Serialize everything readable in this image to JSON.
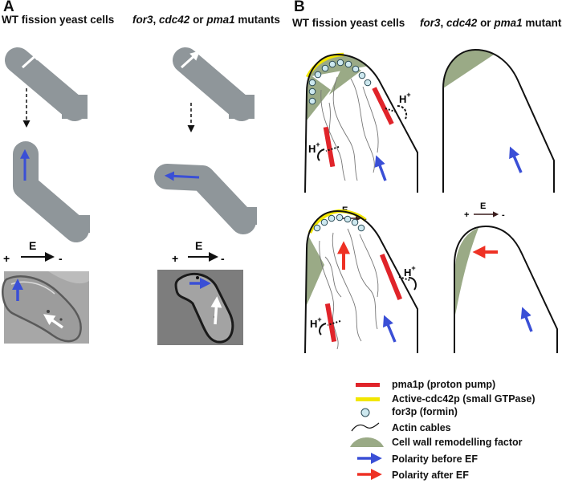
{
  "panel_a": {
    "letter": "A",
    "wt_title": "WT fission yeast cells",
    "mutant_title_parts": [
      "for3",
      ", ",
      "cdc42",
      " or ",
      "pma1",
      " mutants"
    ],
    "field_symbol": "E",
    "plus": "+",
    "minus": "-"
  },
  "panel_b": {
    "letter": "B",
    "wt_title": "WT fission yeast cells",
    "mutant_title_parts": [
      "for3",
      ", ",
      "cdc42",
      " or ",
      "pma1",
      " mutants"
    ],
    "proton": "H",
    "proton_charge": "+",
    "field_symbol": "E",
    "plus": "+",
    "minus": "-"
  },
  "legend": [
    {
      "label": "pma1p (proton pump)",
      "icon": "red-bar"
    },
    {
      "label": "Active-cdc42p (small GTPase)",
      "icon": "yellow-bar"
    },
    {
      "label": "for3p (formin)",
      "icon": "circle"
    },
    {
      "label": "Actin cables",
      "icon": "wavy-line"
    },
    {
      "label": "Cell wall remodelling factor",
      "icon": "green-cap"
    },
    {
      "label": "Polarity before EF",
      "icon": "blue-arrow"
    },
    {
      "label": "Polarity after EF",
      "icon": "red-arrow"
    }
  ],
  "colors": {
    "cell_gray": "#8f969a",
    "polarity_blue": "#3a4fd6",
    "polarity_red": "#ee3124",
    "pump_red": "#e0242a",
    "cdc42_yellow": "#f2e600",
    "formin_fill": "#cde8ef",
    "remodel_green": "#9aaa86",
    "field_arrow": "#3a1c1c"
  }
}
